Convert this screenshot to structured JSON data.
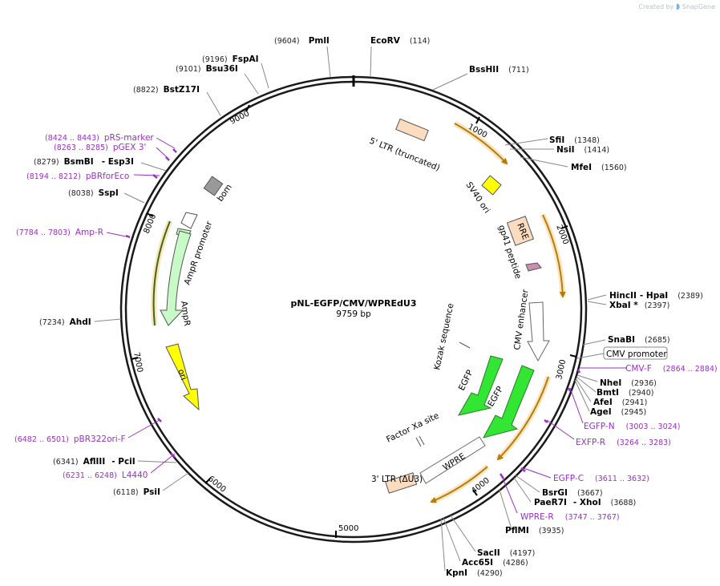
{
  "watermark": {
    "prefix": "Created by",
    "brand": "SnapGene"
  },
  "plasmid": {
    "name": "pNL-EGFP/CMV/WPREdU3",
    "length": "9759 bp"
  },
  "ticks": [
    "1000",
    "2000",
    "3000",
    "4000",
    "5000",
    "6000",
    "7000",
    "8000",
    "9000"
  ],
  "sites": [
    {
      "name": "PmlI",
      "pos": "(9604)"
    },
    {
      "name": "EcoRV",
      "pos": "(114)"
    },
    {
      "name": "FspAI",
      "pos": "(9196)"
    },
    {
      "name": "Bsu36I",
      "pos": "(9101)"
    },
    {
      "name": "BssHII",
      "pos": "(711)"
    },
    {
      "name": "BstZ17I",
      "pos": "(8822)"
    },
    {
      "name": "SfiI",
      "pos": "(1348)"
    },
    {
      "name": "NsiI",
      "pos": "(1414)"
    },
    {
      "name": "MfeI",
      "pos": "(1560)"
    },
    {
      "name": "BsmBI",
      "name2": "- Esp3I",
      "pos": "(8279)"
    },
    {
      "name": "SspI",
      "pos": "(8038)"
    },
    {
      "name": "HincII",
      "name2": "- HpaI",
      "pos": "(2389)"
    },
    {
      "name": "XbaI *",
      "pos": "(2397)"
    },
    {
      "name": "AhdI",
      "pos": "(7234)"
    },
    {
      "name": "SnaBI",
      "pos": "(2685)"
    },
    {
      "name": "NheI",
      "pos": "(2936)"
    },
    {
      "name": "BmtI",
      "pos": "(2940)"
    },
    {
      "name": "AfeI",
      "pos": "(2941)"
    },
    {
      "name": "AgeI",
      "pos": "(2945)"
    },
    {
      "name": "AflIII",
      "name2": "- PciI",
      "pos": "(6341)"
    },
    {
      "name": "PsiI",
      "pos": "(6118)"
    },
    {
      "name": "BsrGI",
      "pos": "(3667)"
    },
    {
      "name": "PaeR7I",
      "name2": "- XhoI",
      "pos": "(3688)"
    },
    {
      "name": "PflMI",
      "pos": "(3935)"
    },
    {
      "name": "SacII",
      "pos": "(4197)"
    },
    {
      "name": "Acc65I",
      "pos": "(4286)"
    },
    {
      "name": "KpnI",
      "pos": "(4290)"
    }
  ],
  "primers": [
    {
      "name": "pRS-marker",
      "pos": "(8424 .. 8443)"
    },
    {
      "name": "pGEX 3'",
      "pos": "(8263 .. 8285)"
    },
    {
      "name": "pBRforEco",
      "pos": "(8194 .. 8212)"
    },
    {
      "name": "Amp-R",
      "pos": "(7784 .. 7803)"
    },
    {
      "name": "pBR322ori-F",
      "pos": "(6482 .. 6501)"
    },
    {
      "name": "L4440",
      "pos": "(6231 .. 6248)"
    },
    {
      "name": "CMV-F",
      "pos": "(2864 .. 2884)"
    },
    {
      "name": "EGFP-N",
      "pos": "(3003 .. 3024)"
    },
    {
      "name": "EXFP-R",
      "pos": "(3264 .. 3283)"
    },
    {
      "name": "EGFP-C",
      "pos": "(3611 .. 3632)"
    },
    {
      "name": "WPRE-R",
      "pos": "(3747 .. 3767)"
    }
  ],
  "features": {
    "ltr5": "5' LTR (truncated)",
    "sv40": "SV40 ori",
    "rre": "RRE",
    "gp41": "gp41 peptide",
    "cmv_enh": "CMV enhancer",
    "cmv_prom": "CMV promoter",
    "kozak": "Kozak sequence",
    "egfp1": "EGFP",
    "egfp2": "EGFP",
    "fxa": "Factor Xa site",
    "wpre": "WPRE",
    "ltr3": "3' LTR (ΔU3)",
    "bom": "bom",
    "ampr_prom": "AmpR promoter",
    "ampr": "AmpR",
    "ori": "ori"
  },
  "colors": {
    "backbone": "#1a1a1a",
    "ltr": "#fbdcbf",
    "sv40": "#ffff00",
    "egfp": "#33e633",
    "ampr": "#c8fac8",
    "ori": "#ffff00",
    "bom": "#999999",
    "gp41": "#c98fb0",
    "orf_arrow": "#b07e10",
    "orf_glow": "#fde4bc",
    "primer": "#9b30c6"
  }
}
